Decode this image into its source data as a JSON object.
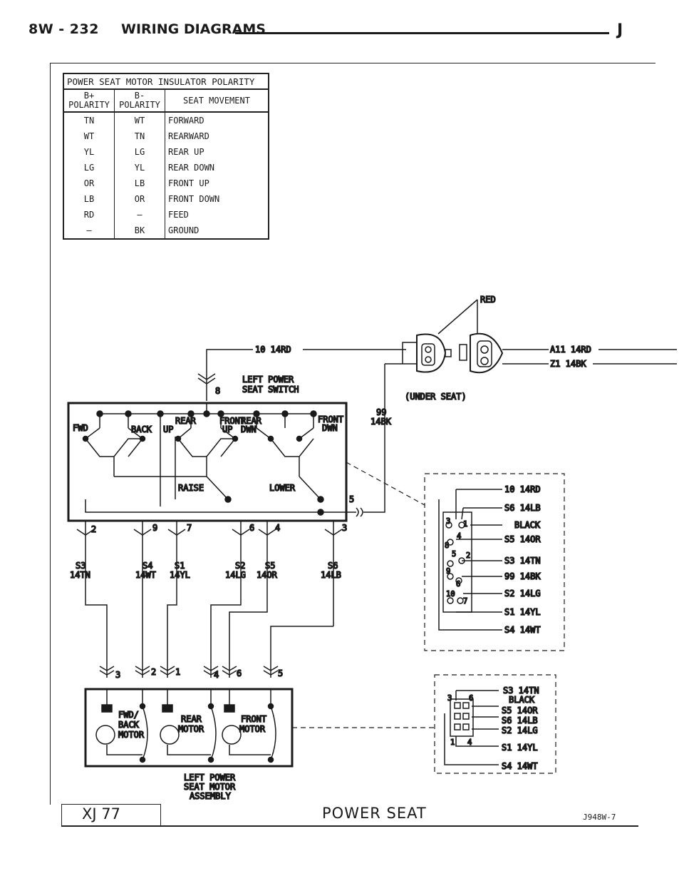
{
  "header": {
    "page_id": "8W - 232",
    "title": "WIRING DIAGRAMS",
    "letter": "J"
  },
  "table": {
    "title": "POWER SEAT MOTOR INSULATOR POLARITY",
    "col1": "B+ POLARITY",
    "col2": "B- POLARITY",
    "col3": "SEAT MOVEMENT",
    "rows": [
      [
        "TN",
        "WT",
        "FORWARD"
      ],
      [
        "WT",
        "TN",
        "REARWARD"
      ],
      [
        "YL",
        "LG",
        "REAR UP"
      ],
      [
        "LG",
        "YL",
        "REAR DOWN"
      ],
      [
        "OR",
        "LB",
        "FRONT UP"
      ],
      [
        "LB",
        "OR",
        "FRONT DOWN"
      ],
      [
        "RD",
        "—",
        "FEED"
      ],
      [
        "—",
        "BK",
        "GROUND"
      ]
    ]
  },
  "labels": {
    "red": "RED",
    "w_10_14rd": "10 14RD",
    "w_a11": "A11 14RD",
    "w_z1": "Z1 14BK",
    "switch_title_1": "LEFT POWER",
    "switch_title_2": "SEAT SWITCH",
    "under_seat": "(UNDER SEAT)",
    "w_99_1": "99",
    "w_99_2": "14BK",
    "fwd": "FWD",
    "back": "BACK",
    "rear_up_1": "REAR",
    "rear_up_2": "UP",
    "front_up_1": "FRONT",
    "front_up_2": "UP",
    "rear_dwn_1": "REAR",
    "rear_dwn_2": "DWN",
    "front_dwn_1": "FRONT",
    "front_dwn_2": "DWN",
    "raise": "RAISE",
    "lower": "LOWER",
    "pin8": "8",
    "pin5": "5",
    "pin2": "2",
    "pin9": "9",
    "pin7": "7",
    "pin6": "6",
    "pin4": "4",
    "pin3": "3",
    "s3": "S3",
    "s3c": "14TN",
    "s4": "S4",
    "s4c": "14WT",
    "s1": "S1",
    "s1c": "14YL",
    "s2": "S2",
    "s2c": "14LG",
    "s5": "S5",
    "s5c": "14OR",
    "s6": "S6",
    "s6c": "14LB",
    "m3": "3",
    "m2": "2",
    "m1": "1",
    "m4": "4",
    "m6": "6",
    "m5": "5",
    "motor_fwd_1": "FWD/",
    "motor_fwd_2": "BACK",
    "motor_fwd_3": "MOTOR",
    "motor_rear_1": "REAR",
    "motor_rear_2": "MOTOR",
    "motor_front_1": "FRONT",
    "motor_front_2": "MOTOR",
    "assembly_1": "LEFT POWER",
    "assembly_2": "SEAT MOTOR",
    "assembly_3": "ASSEMBLY",
    "c1": [
      "10 14RD",
      "S6 14LB",
      "BLACK",
      "S5 14OR",
      "S3 14TN",
      "99 14BK",
      "S2 14LG",
      "S1 14YL",
      "S4 14WT"
    ],
    "c1_pins": [
      "3",
      "1",
      "4",
      "8",
      "5",
      "2",
      "9",
      "6",
      "10",
      "7"
    ],
    "c2": [
      "S3 14TN",
      "BLACK",
      "S5 14OR",
      "S6 14LB",
      "S2 14LG",
      "S1 14YL",
      "S4 14WT"
    ],
    "c2_pins": [
      "3",
      "6",
      "1",
      "4"
    ]
  },
  "footer": {
    "model": "XJ 77",
    "name": "POWER SEAT",
    "code": "J948W-7"
  }
}
